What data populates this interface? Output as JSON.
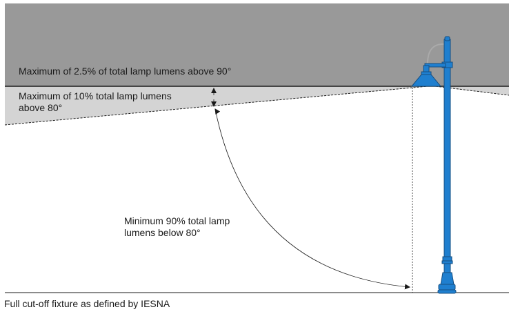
{
  "labels": {
    "above_90": "Maximum of 2.5% of total lamp lumens above 90°",
    "above_80_line1": "Maximum of 10% total lamp lumens",
    "above_80_line2": "above 80°",
    "below_80_line1": "Minimum 90% total lamp",
    "below_80_line2": "lumens below 80°"
  },
  "caption": "Full cut-off fixture as defined by IESNA",
  "colors": {
    "upper_zone": "#999999",
    "middle_zone": "#d4d4d4",
    "pole": "#1f7fcf",
    "pole_outline": "#174f80",
    "line": "#1a1a1a"
  }
}
